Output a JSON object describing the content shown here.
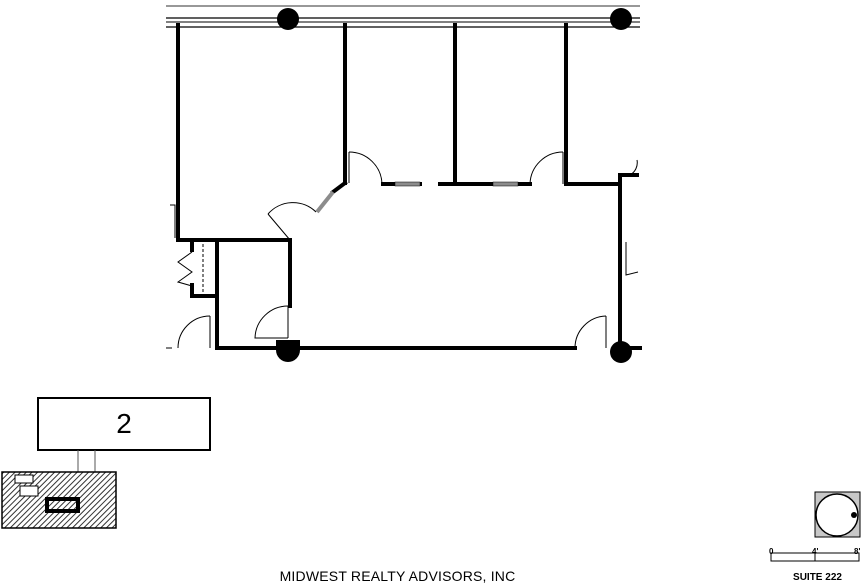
{
  "plan": {
    "company_name": "MIDWEST REALTY ADVISORS, INC",
    "suite_label": "SUITE 222",
    "floor_number": "2"
  },
  "scale_bar": {
    "labels": [
      "0",
      "4'",
      "8'"
    ]
  },
  "colors": {
    "wall": "#000000",
    "window_glazing": "#8c8c8c",
    "compass_fill": "#c8c8c8",
    "keyplan_hatch": "#555555",
    "background": "#ffffff"
  },
  "legend": {
    "north_arrow_icon": "compass-circle-icon",
    "keyplan_icon": "building-keyplan-icon"
  }
}
